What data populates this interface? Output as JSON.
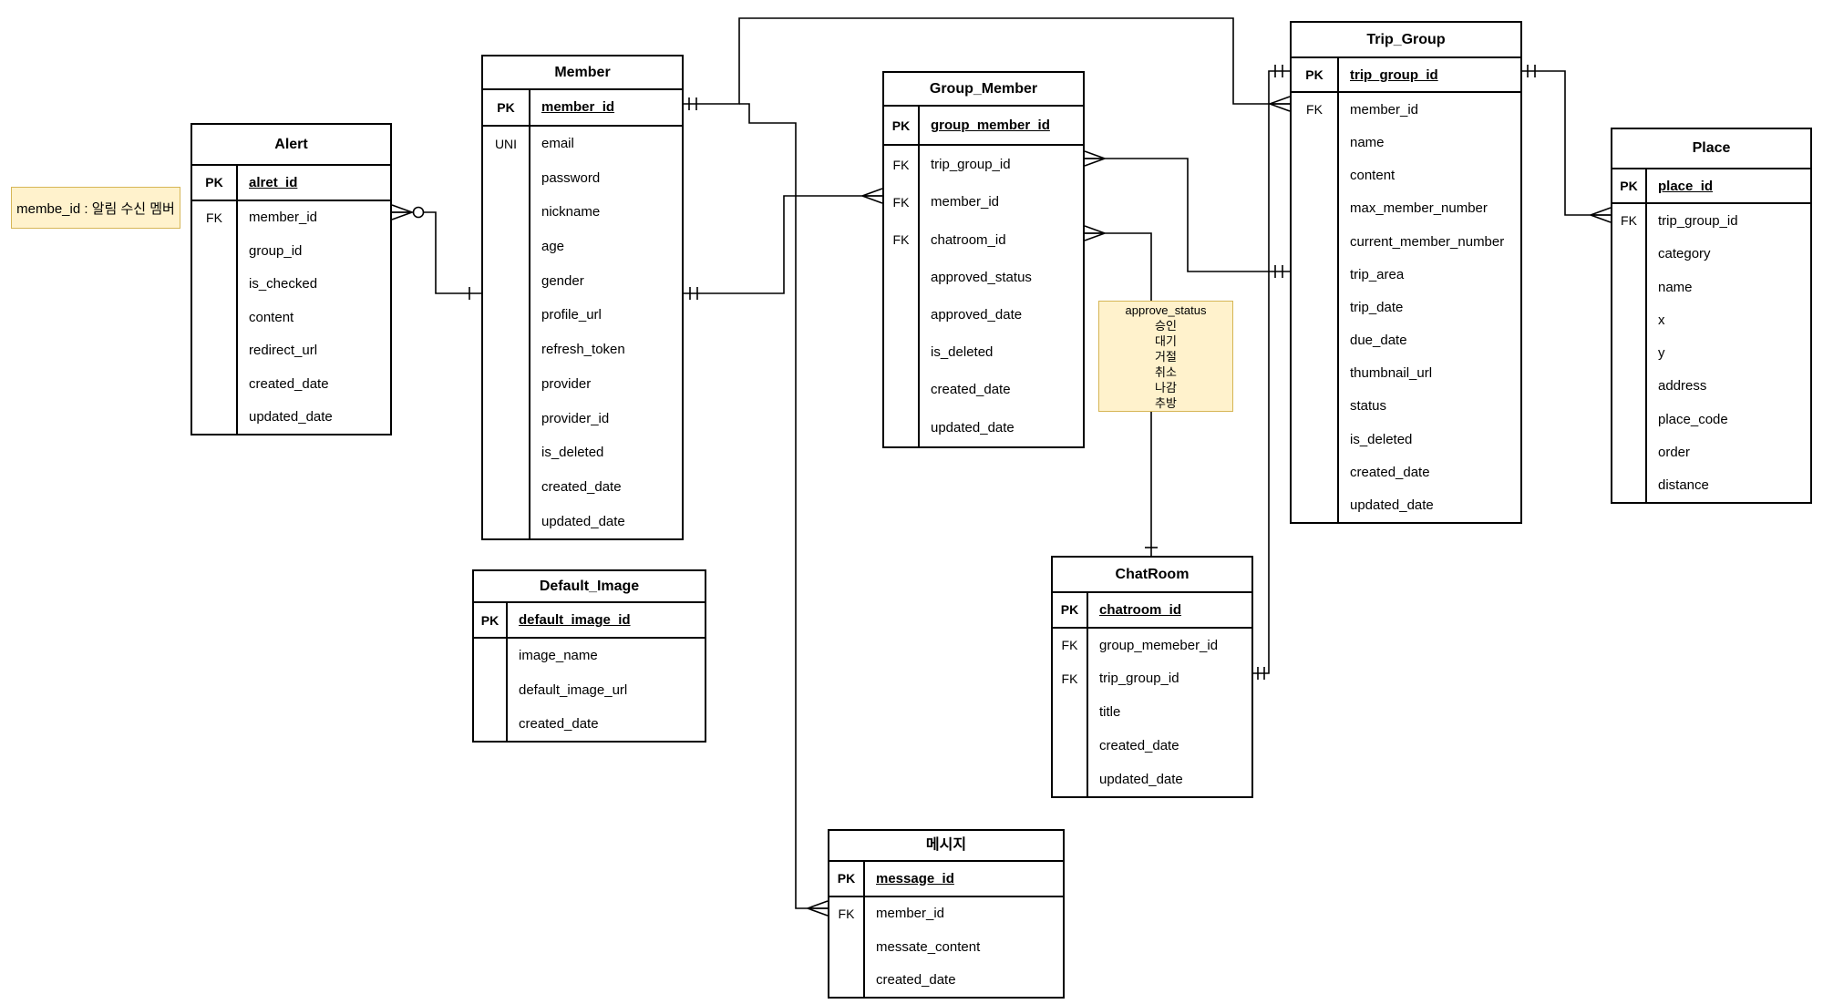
{
  "diagram": {
    "entities": [
      {
        "title": "Alert",
        "rows": [
          {
            "key": "PK",
            "field": "alret_id"
          },
          {
            "key": "FK",
            "field": "member_id"
          },
          {
            "key": "",
            "field": "group_id"
          },
          {
            "key": "",
            "field": "is_checked"
          },
          {
            "key": "",
            "field": "content"
          },
          {
            "key": "",
            "field": "redirect_url"
          },
          {
            "key": "",
            "field": "created_date"
          },
          {
            "key": "",
            "field": "updated_date"
          }
        ]
      },
      {
        "title": "Member",
        "rows": [
          {
            "key": "PK",
            "field": "member_id"
          },
          {
            "key": "UNI",
            "field": "email"
          },
          {
            "key": "",
            "field": "password"
          },
          {
            "key": "",
            "field": "nickname"
          },
          {
            "key": "",
            "field": "age"
          },
          {
            "key": "",
            "field": "gender"
          },
          {
            "key": "",
            "field": "profile_url"
          },
          {
            "key": "",
            "field": "refresh_token"
          },
          {
            "key": "",
            "field": "provider"
          },
          {
            "key": "",
            "field": "provider_id"
          },
          {
            "key": "",
            "field": "is_deleted"
          },
          {
            "key": "",
            "field": "created_date"
          },
          {
            "key": "",
            "field": "updated_date"
          }
        ]
      },
      {
        "title": "Default_Image",
        "rows": [
          {
            "key": "PK",
            "field": "default_image_id"
          },
          {
            "key": "",
            "field": "image_name"
          },
          {
            "key": "",
            "field": "default_image_url"
          },
          {
            "key": "",
            "field": "created_date"
          }
        ]
      },
      {
        "title": "Group_Member",
        "rows": [
          {
            "key": "PK",
            "field": "group_member_id"
          },
          {
            "key": "FK",
            "field": "trip_group_id"
          },
          {
            "key": "FK",
            "field": "member_id"
          },
          {
            "key": "FK",
            "field": "chatroom_id"
          },
          {
            "key": "",
            "field": "approved_status"
          },
          {
            "key": "",
            "field": "approved_date"
          },
          {
            "key": "",
            "field": "is_deleted"
          },
          {
            "key": "",
            "field": "created_date"
          },
          {
            "key": "",
            "field": "updated_date"
          }
        ]
      },
      {
        "title": "Trip_Group",
        "rows": [
          {
            "key": "PK",
            "field": "trip_group_id"
          },
          {
            "key": "FK",
            "field": "member_id"
          },
          {
            "key": "",
            "field": "name"
          },
          {
            "key": "",
            "field": "content"
          },
          {
            "key": "",
            "field": "max_member_number"
          },
          {
            "key": "",
            "field": "current_member_number"
          },
          {
            "key": "",
            "field": "trip_area"
          },
          {
            "key": "",
            "field": "trip_date"
          },
          {
            "key": "",
            "field": "due_date"
          },
          {
            "key": "",
            "field": "thumbnail_url"
          },
          {
            "key": "",
            "field": "status"
          },
          {
            "key": "",
            "field": "is_deleted"
          },
          {
            "key": "",
            "field": "created_date"
          },
          {
            "key": "",
            "field": "updated_date"
          }
        ]
      },
      {
        "title": "Place",
        "rows": [
          {
            "key": "PK",
            "field": "place_id"
          },
          {
            "key": "FK",
            "field": "trip_group_id"
          },
          {
            "key": "",
            "field": "category"
          },
          {
            "key": "",
            "field": "name"
          },
          {
            "key": "",
            "field": "x"
          },
          {
            "key": "",
            "field": "y"
          },
          {
            "key": "",
            "field": "address"
          },
          {
            "key": "",
            "field": "place_code"
          },
          {
            "key": "",
            "field": "order"
          },
          {
            "key": "",
            "field": "distance"
          }
        ]
      },
      {
        "title": "ChatRoom",
        "rows": [
          {
            "key": "PK",
            "field": "chatroom_id"
          },
          {
            "key": "FK",
            "field": "group_memeber_id"
          },
          {
            "key": "FK",
            "field": "trip_group_id"
          },
          {
            "key": "",
            "field": "title"
          },
          {
            "key": "",
            "field": "created_date"
          },
          {
            "key": "",
            "field": "updated_date"
          }
        ]
      },
      {
        "title": "메시지",
        "rows": [
          {
            "key": "PK",
            "field": "message_id"
          },
          {
            "key": "FK",
            "field": "member_id"
          },
          {
            "key": "",
            "field": "messate_content"
          },
          {
            "key": "",
            "field": "created_date"
          }
        ]
      }
    ],
    "notes": [
      {
        "text": "membe_id : 알림 수신 멤버"
      },
      {
        "lines": [
          "approve_status",
          "승인",
          "대기",
          "거절",
          "취소",
          "나감",
          "추방"
        ]
      }
    ],
    "colors": {
      "note_bg": "#fff2cc",
      "note_border": "#d6b656",
      "line": "#000000",
      "table_bg": "#ffffff",
      "table_border": "#000000"
    }
  }
}
